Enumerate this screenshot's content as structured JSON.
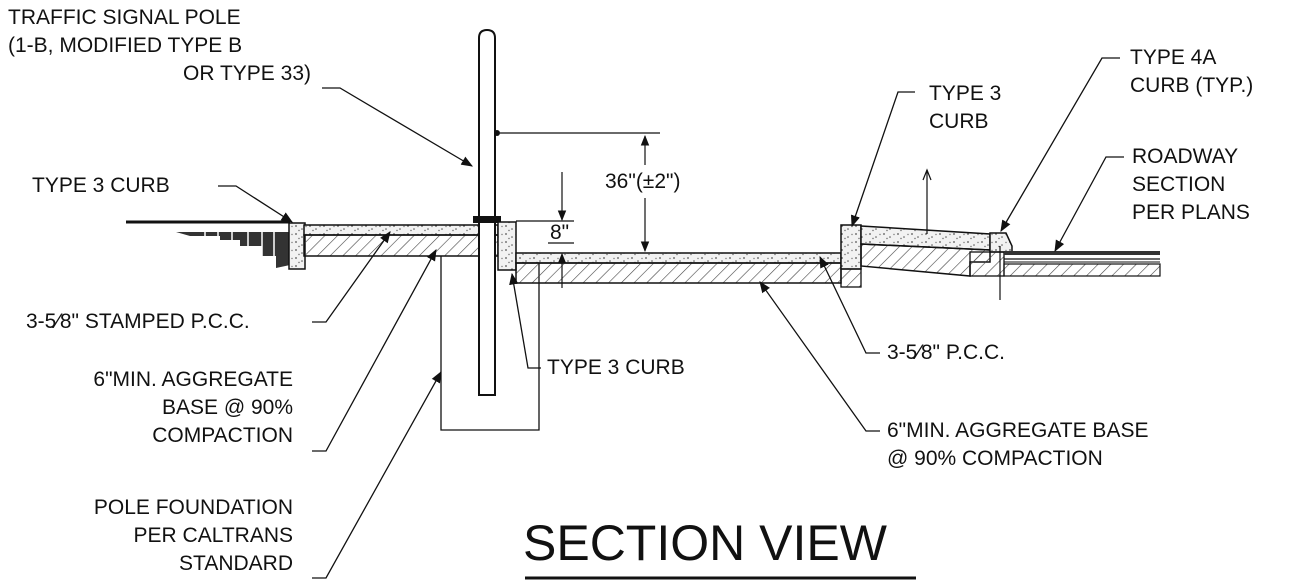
{
  "labels": {
    "pole": [
      "TRAFFIC SIGNAL POLE",
      "(1-B, MODIFIED TYPE B",
      "OR TYPE 33)"
    ],
    "curb_left": "TYPE 3 CURB",
    "stamped_pcc": "3-5⁄8\" STAMPED P.C.C.",
    "agg_base_left": [
      "6\"MIN. AGGREGATE",
      "BASE @ 90%",
      "COMPACTION"
    ],
    "foundation": [
      "POLE FOUNDATION",
      "PER CALTRANS",
      "STANDARD"
    ],
    "curb_middle": "TYPE 3 CURB",
    "curb_right": [
      "TYPE 3",
      "CURB"
    ],
    "curb_4a": [
      "TYPE 4A",
      "CURB (TYP.)"
    ],
    "roadway": [
      "ROADWAY",
      "SECTION",
      "PER PLANS"
    ],
    "pcc": "3-5⁄8\" P.C.C.",
    "agg_base_right": [
      "6\"MIN. AGGREGATE BASE",
      "@ 90% COMPACTION"
    ],
    "dim_height": "36\"(±2\")",
    "dim_curb": "8\""
  },
  "title": "SECTION VIEW"
}
